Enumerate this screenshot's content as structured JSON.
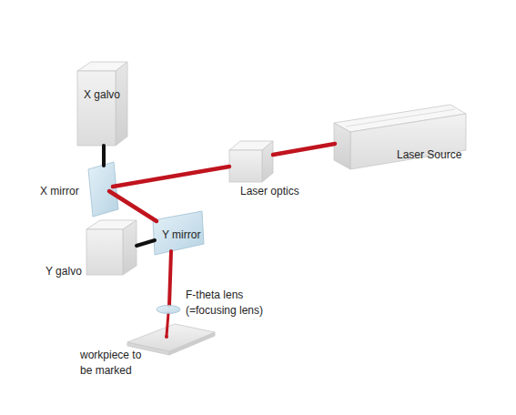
{
  "diagram": {
    "nodes": [
      {
        "text": [
          "X galvo"
        ]
      },
      {
        "text": [
          "X mirror"
        ]
      },
      {
        "text": [
          "Laser optics"
        ]
      },
      {
        "text": [
          "Laser Source"
        ]
      },
      {
        "text": [
          "Y mirror"
        ]
      },
      {
        "text": [
          "Y galvo"
        ]
      },
      {
        "text": [
          "F-theta lens (=focusing lens)"
        ]
      },
      {
        "text": [
          "workpiece to be marked"
        ]
      }
    ],
    "edges": [
      {
        "from": 3,
        "to": 2,
        "arrow": "none"
      },
      {
        "from": 2,
        "to": 1,
        "arrow": "none"
      },
      {
        "from": 1,
        "to": 4,
        "arrow": "none"
      },
      {
        "from": 4,
        "to": 6,
        "arrow": "none"
      },
      {
        "from": 6,
        "to": 7,
        "arrow": "none"
      },
      {
        "from": 0,
        "to": 1,
        "arrow": "none"
      },
      {
        "from": 5,
        "to": 4,
        "arrow": "none"
      }
    ]
  }
}
